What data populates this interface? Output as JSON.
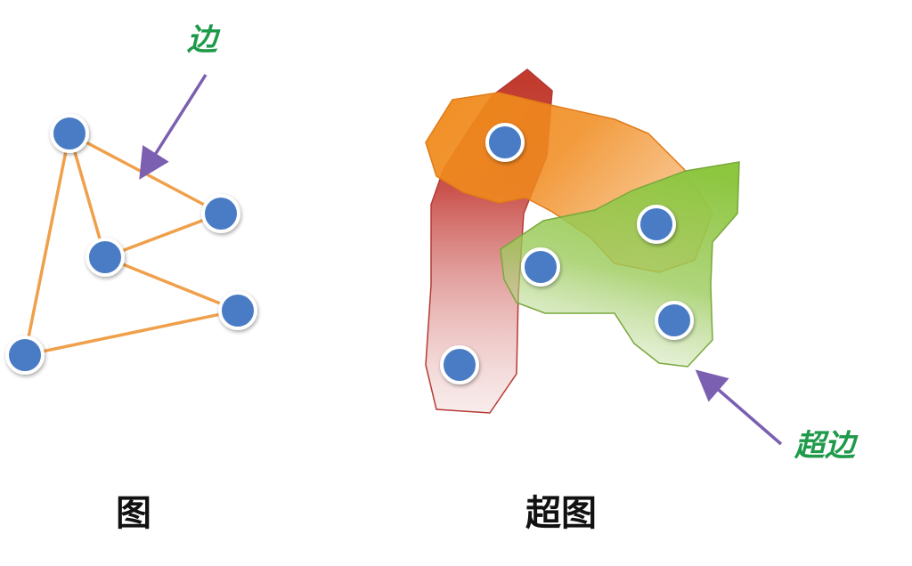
{
  "labels": {
    "graph_caption": "图",
    "hypergraph_caption": "超图",
    "edge_callout": "边",
    "hyperedge_callout": "超边"
  },
  "colors": {
    "node_fill": "#4a7bc4",
    "node_stroke": "#ffffff",
    "graph_edge": "#f0a04b",
    "arrow": "#7b5fb0",
    "callout_text": "#1f9a4a",
    "caption_text": "#111111",
    "hyperedge_red": "#c0392b",
    "hyperedge_orange": "#f08a1c",
    "hyperedge_green": "#8dc63f"
  }
}
